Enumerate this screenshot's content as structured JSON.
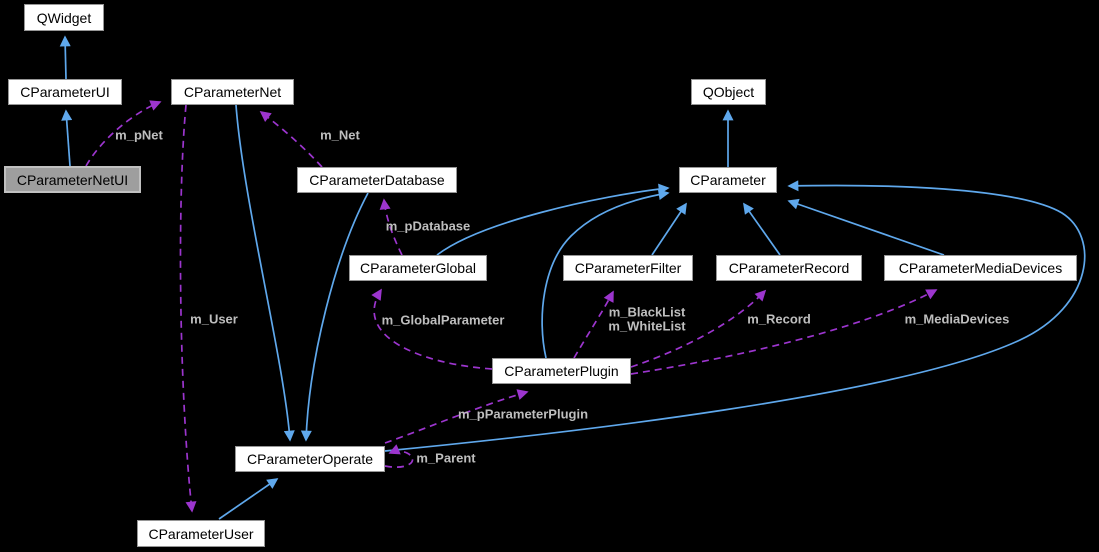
{
  "diagram": {
    "type": "class-collaboration-graph",
    "background": "#000000",
    "colors": {
      "inheritance_edge": "#5fa8ec",
      "usage_edge": "#9c35ce",
      "node_fill": "#ffffff",
      "node_border": "#969696",
      "node_text": "#000000",
      "highlighted_node_fill": "#9e9e9e",
      "highlighted_node_border": "#c0c0c0",
      "edge_label_text": "#bebebe"
    },
    "highlighted_node": "CParameterNetUI",
    "nodes": {
      "qwidget": {
        "label": "QWidget"
      },
      "cparameterui": {
        "label": "CParameterUI"
      },
      "cparameternetui": {
        "label": "CParameterNetUI"
      },
      "cparameternet": {
        "label": "CParameterNet"
      },
      "qobject": {
        "label": "QObject"
      },
      "cparameter": {
        "label": "CParameter"
      },
      "cparameterdatabase": {
        "label": "CParameterDatabase"
      },
      "cparameterglobal": {
        "label": "CParameterGlobal"
      },
      "cparameterfilter": {
        "label": "CParameterFilter"
      },
      "cparameterrecord": {
        "label": "CParameterRecord"
      },
      "cparametermediadevices": {
        "label": "CParameterMediaDevices"
      },
      "cparameterplugin": {
        "label": "CParameterPlugin"
      },
      "cparameteroperate": {
        "label": "CParameterOperate"
      },
      "cparameteruser": {
        "label": "CParameterUser"
      }
    },
    "edges": {
      "inheritance": [
        {
          "from": "CParameterUI",
          "to": "QWidget"
        },
        {
          "from": "CParameterNetUI",
          "to": "CParameterUI"
        },
        {
          "from": "CParameter",
          "to": "QObject"
        },
        {
          "from": "CParameterNet",
          "to": "CParameterOperate"
        },
        {
          "from": "CParameterDatabase",
          "to": "CParameterOperate"
        },
        {
          "from": "CParameterUser",
          "to": "CParameterOperate"
        },
        {
          "from": "CParameterGlobal",
          "to": "CParameter"
        },
        {
          "from": "CParameterPlugin",
          "to": "CParameter"
        },
        {
          "from": "CParameterFilter",
          "to": "CParameter"
        },
        {
          "from": "CParameterRecord",
          "to": "CParameter"
        },
        {
          "from": "CParameterMediaDevices",
          "to": "CParameter"
        },
        {
          "from": "CParameterOperate",
          "to": "CParameter"
        }
      ],
      "usage": [
        {
          "from": "CParameterNetUI",
          "to": "CParameterNet",
          "label": "m_pNet"
        },
        {
          "from": "CParameterDatabase",
          "to": "CParameterNet",
          "label": "m_Net"
        },
        {
          "from": "CParameterGlobal",
          "to": "CParameterDatabase",
          "label": "m_pDatabase"
        },
        {
          "from": "CParameterNet",
          "to": "CParameterUser",
          "label": "m_User"
        },
        {
          "from": "CParameterPlugin",
          "to": "CParameterGlobal",
          "label": "m_GlobalParameter"
        },
        {
          "from": "CParameterPlugin",
          "to": "CParameterFilter",
          "label": "m_BlackList\nm_WhiteList"
        },
        {
          "from": "CParameterPlugin",
          "to": "CParameterRecord",
          "label": "m_Record"
        },
        {
          "from": "CParameterPlugin",
          "to": "CParameterMediaDevices",
          "label": "m_MediaDevices"
        },
        {
          "from": "CParameterOperate",
          "to": "CParameterPlugin",
          "label": "m_pParameterPlugin"
        },
        {
          "from": "CParameterOperate",
          "to": "CParameterOperate",
          "label": "m_Parent"
        }
      ]
    }
  }
}
